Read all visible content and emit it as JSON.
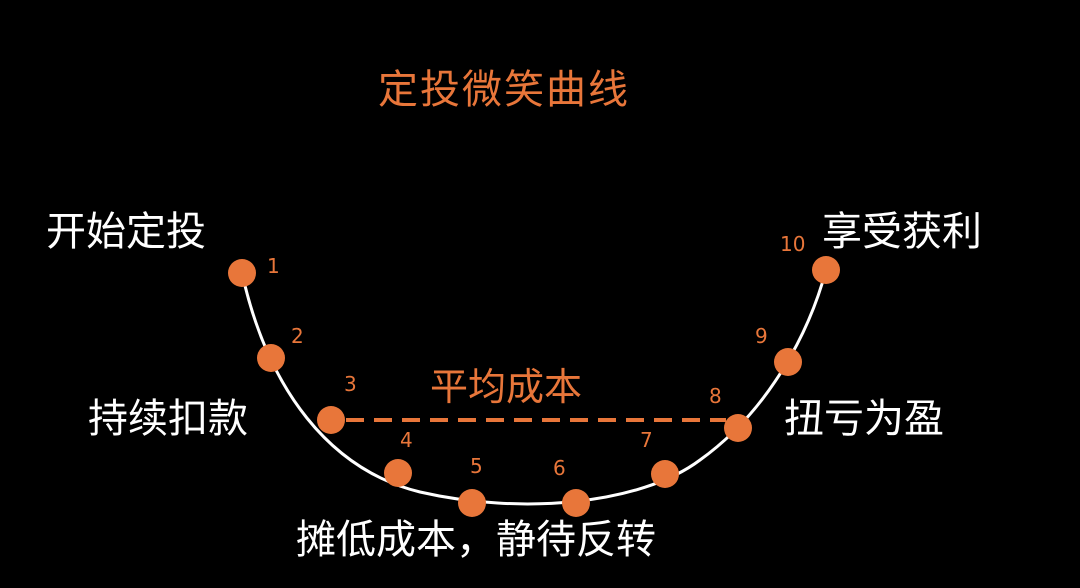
{
  "title": "定投微笑曲线",
  "stages": {
    "start": "开始定投",
    "hold": "持续扣款",
    "low": "摊低成本，静待反转",
    "turn": "扭亏为盈",
    "enjoy": "享受获利"
  },
  "average_cost_label": "平均成本",
  "points": [
    {
      "n": "1"
    },
    {
      "n": "2"
    },
    {
      "n": "3"
    },
    {
      "n": "4"
    },
    {
      "n": "5"
    },
    {
      "n": "6"
    },
    {
      "n": "7"
    },
    {
      "n": "8"
    },
    {
      "n": "9"
    },
    {
      "n": "10"
    }
  ],
  "colors": {
    "background": "#000000",
    "accent": "#e8763a",
    "curve": "#ffffff",
    "text": "#ffffff"
  }
}
